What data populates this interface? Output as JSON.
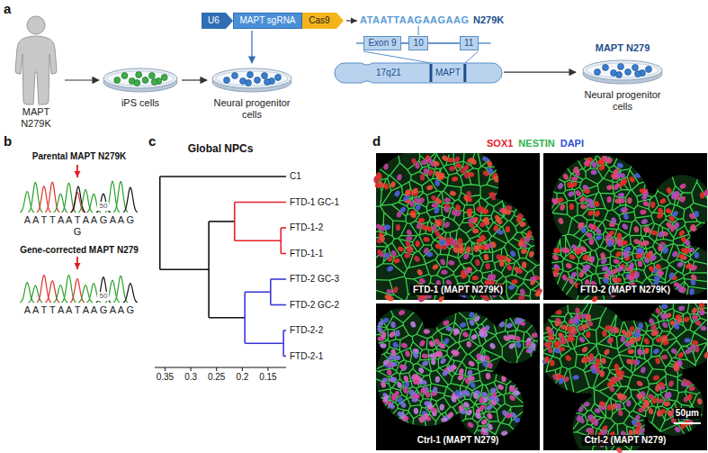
{
  "diagram": {
    "nodes": [
      {
        "text": [
          "MAPT N279K"
        ]
      },
      {
        "text": [
          "iPS cells"
        ]
      },
      {
        "text": [
          "U6"
        ]
      },
      {
        "text": [
          "MAPT sgRNA"
        ]
      },
      {
        "text": [
          "Cas9"
        ]
      },
      {
        "text": [
          "Neural progenitor cells"
        ]
      },
      {
        "text": [
          "Exon 9"
        ]
      },
      {
        "text": [
          "10"
        ]
      },
      {
        "text": [
          "11"
        ]
      },
      {
        "text": [
          "17q21",
          "MAPT"
        ]
      },
      {
        "text": [
          "MAPT N279",
          "Neural progenitor cells"
        ]
      },
      {
        "text": [
          "FTD-1 (MAPT N279K)"
        ]
      },
      {
        "text": [
          "FTD-2 (MAPT N279K)"
        ]
      },
      {
        "text": [
          "Ctrl-1 (MAPT N279)"
        ]
      },
      {
        "text": [
          "Ctrl-2 (MAPT N279)"
        ]
      }
    ],
    "edges": [
      {
        "from": 0,
        "to": 1,
        "arrow": "to"
      },
      {
        "from": 1,
        "to": 5,
        "arrow": "to"
      },
      {
        "from": 3,
        "to": 5,
        "arrow": "to"
      },
      {
        "from": 6,
        "to": 7,
        "arrow": "none"
      },
      {
        "from": 7,
        "to": 8,
        "arrow": "none"
      },
      {
        "from": 9,
        "to": 10,
        "arrow": "to"
      }
    ],
    "labels": [
      "a",
      "ATAATTAAGAAGAAG",
      "N279K",
      "b",
      "Parental MAPT N279K",
      "A A T T A A T A A G A A G",
      "G",
      "50",
      "Gene-corrected MAPT N279",
      "A A T T A A T A A G A A G",
      "50",
      "c",
      "Global NPCs",
      "C1",
      "FTD-1 GC-1",
      "FTD-1-2",
      "FTD-1-1",
      "FTD-2 GC-3",
      "FTD-2 GC-2",
      "FTD-2-2",
      "FTD-2-1",
      "0.35",
      "0.3",
      "0.25",
      "0.2",
      "0.15",
      "d",
      "SOX1",
      "NESTIN",
      "DAPI",
      "50μm"
    ]
  }
}
